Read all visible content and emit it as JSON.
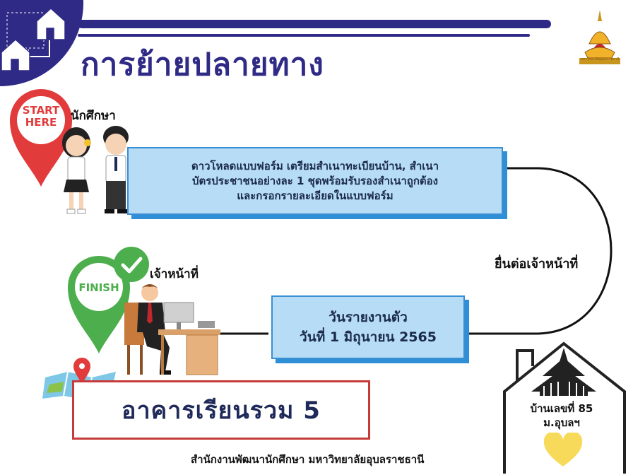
{
  "title": "การย้ายปลายทาง",
  "labels": {
    "student": "นักศึกษา",
    "officer": "เจ้าหน้าที่",
    "submit": "ยื่นต่อเจ้าหน้าที่"
  },
  "pins": {
    "start_line1": "START",
    "start_line2": "HERE",
    "finish": "FINISH"
  },
  "step1": {
    "text": "ดาวโหลดแบบฟอร์ม เตรียมสำเนาทะเบียนบ้าน, สำเนา\nบัตรประชาชนอย่างละ 1 ชุดพร้อมรับรองสำเนาถูกต้อง\nและกรอกรายละเอียดในแบบฟอร์ม"
  },
  "step2": {
    "line1": "วันรายงานตัว",
    "line2": "วันที่ 1 มิถุนายน 2565"
  },
  "destination": "อาคารเรียนรวม 5",
  "home": {
    "line1": "บ้านเลขที่ 85",
    "line2": "ม.อุบลฯ"
  },
  "logo_caption": "มหาวิทยาลัยอุบลราชธานี",
  "footer": "สำนักงานพัฒนานักศึกษา มหาวิทยาลัยอุบลราชธานี",
  "colors": {
    "title": "#2f2a86",
    "corner": "#2f2a86",
    "start_pin": "#e23b3b",
    "finish_pin": "#4cae4c",
    "box_fill": "#b7ddf6",
    "box_border": "#3a8fd3",
    "destination_border": "#c73a3a",
    "heart": "#f7da5a"
  }
}
